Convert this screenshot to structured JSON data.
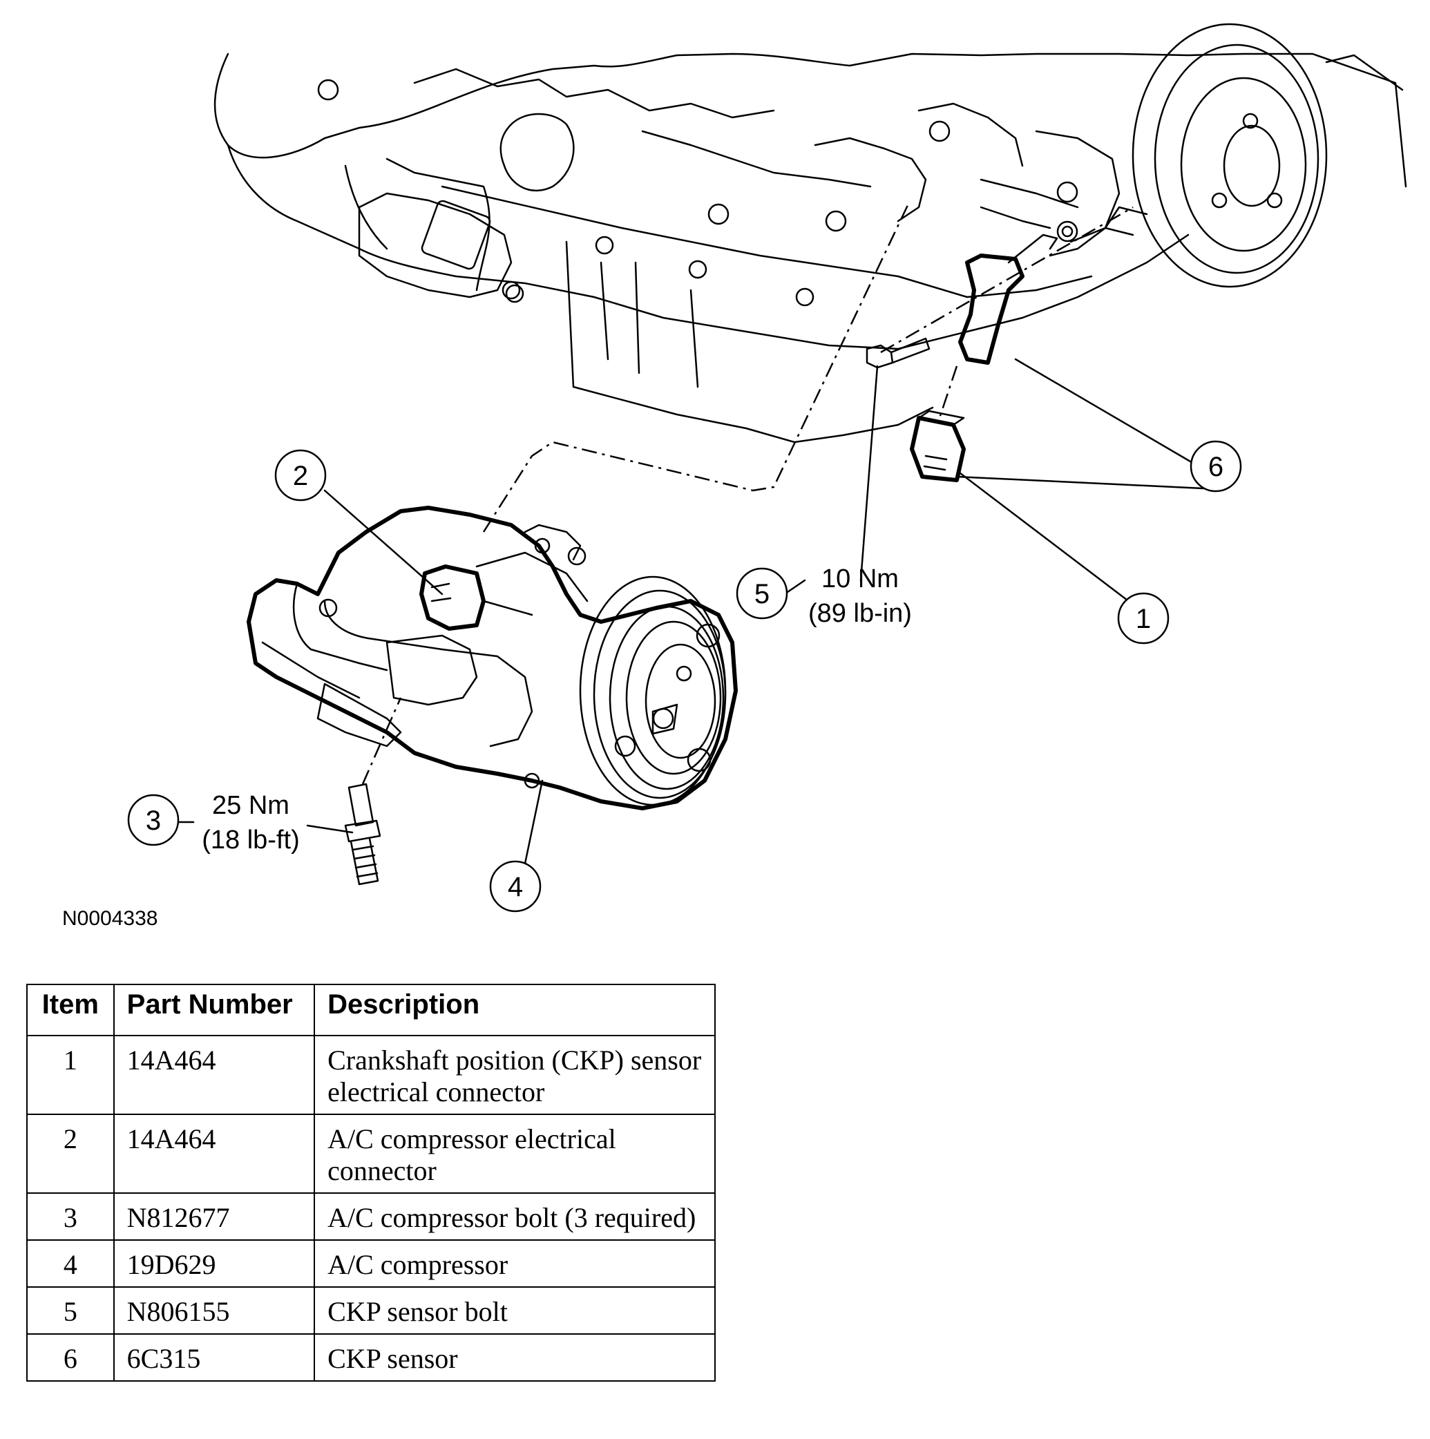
{
  "figure": {
    "id": "N0004338",
    "callouts": [
      {
        "item": "1"
      },
      {
        "item": "2"
      },
      {
        "item": "3",
        "torque_metric": "25 Nm",
        "torque_imperial": "(18 lb-ft)"
      },
      {
        "item": "4"
      },
      {
        "item": "5",
        "torque_metric": "10 Nm",
        "torque_imperial": "(89 lb-in)"
      },
      {
        "item": "6"
      }
    ]
  },
  "table": {
    "headers": {
      "item": "Item",
      "part_number": "Part Number",
      "description": "Description"
    },
    "rows": [
      {
        "item": "1",
        "part_number": "14A464",
        "description": "Crankshaft position (CKP) sensor electrical connector"
      },
      {
        "item": "2",
        "part_number": "14A464",
        "description": "A/C compressor electrical connector"
      },
      {
        "item": "3",
        "part_number": "N812677",
        "description": "A/C compressor bolt (3 required)"
      },
      {
        "item": "4",
        "part_number": "19D629",
        "description": "A/C compressor"
      },
      {
        "item": "5",
        "part_number": "N806155",
        "description": "CKP sensor bolt"
      },
      {
        "item": "6",
        "part_number": "6C315",
        "description": "CKP sensor"
      }
    ]
  }
}
